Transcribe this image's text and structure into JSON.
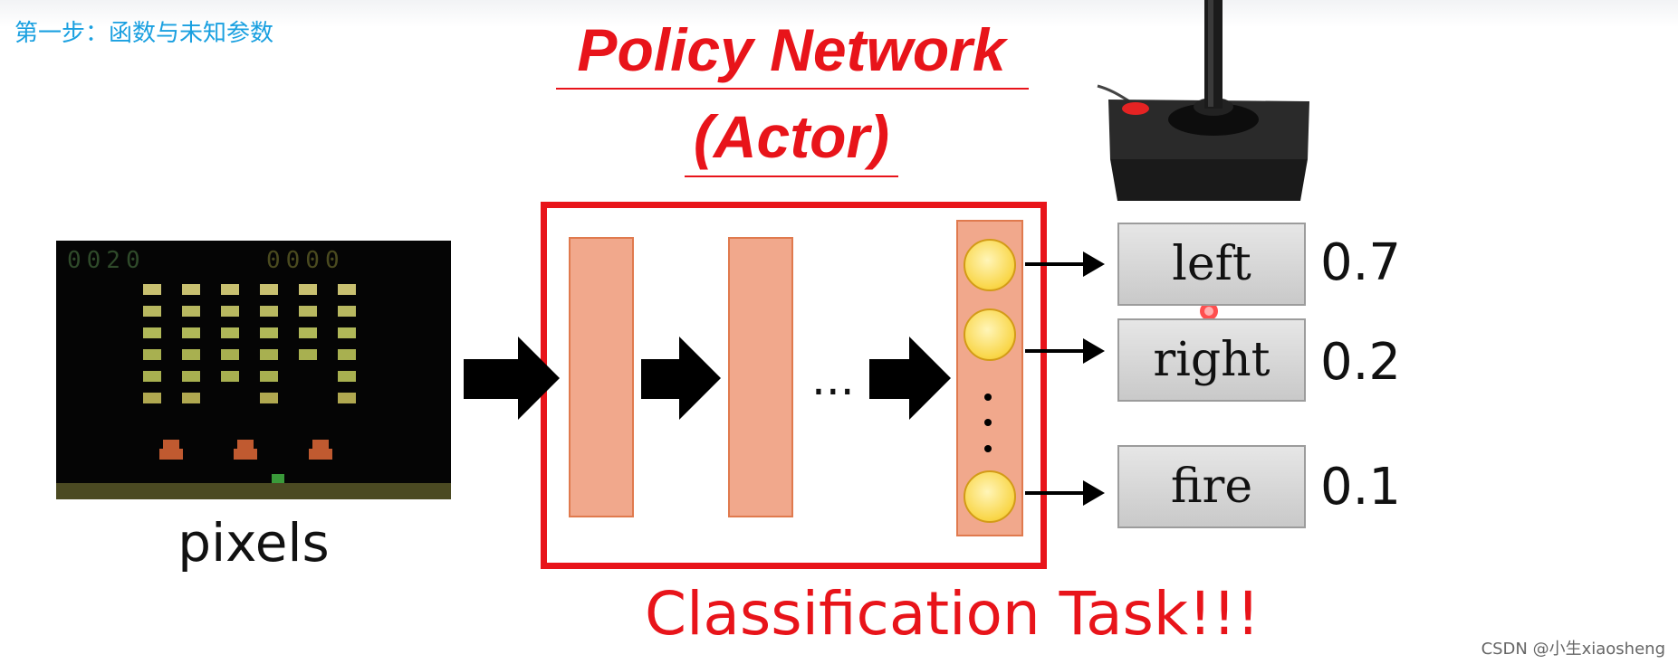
{
  "heading": "第一步：函数与未知参数",
  "title": {
    "line1": "Policy Network",
    "line2": "(Actor)"
  },
  "input_label": "pixels",
  "score_display": {
    "left_score": "0020",
    "right_score": "0000"
  },
  "ellipsis": "...",
  "actions": [
    {
      "label": "left",
      "prob": "0.7"
    },
    {
      "label": "right",
      "prob": "0.2"
    },
    {
      "label": "fire",
      "prob": "0.1"
    }
  ],
  "task_label": "Classification Task!!!",
  "watermark": "CSDN @小生xiaosheng",
  "colors": {
    "heading": "#1aa0e0",
    "accent_red": "#e8141a",
    "layer_fill": "#f1a88c",
    "neuron_fill": "#f9d648",
    "action_box": "#d3d3d3"
  }
}
